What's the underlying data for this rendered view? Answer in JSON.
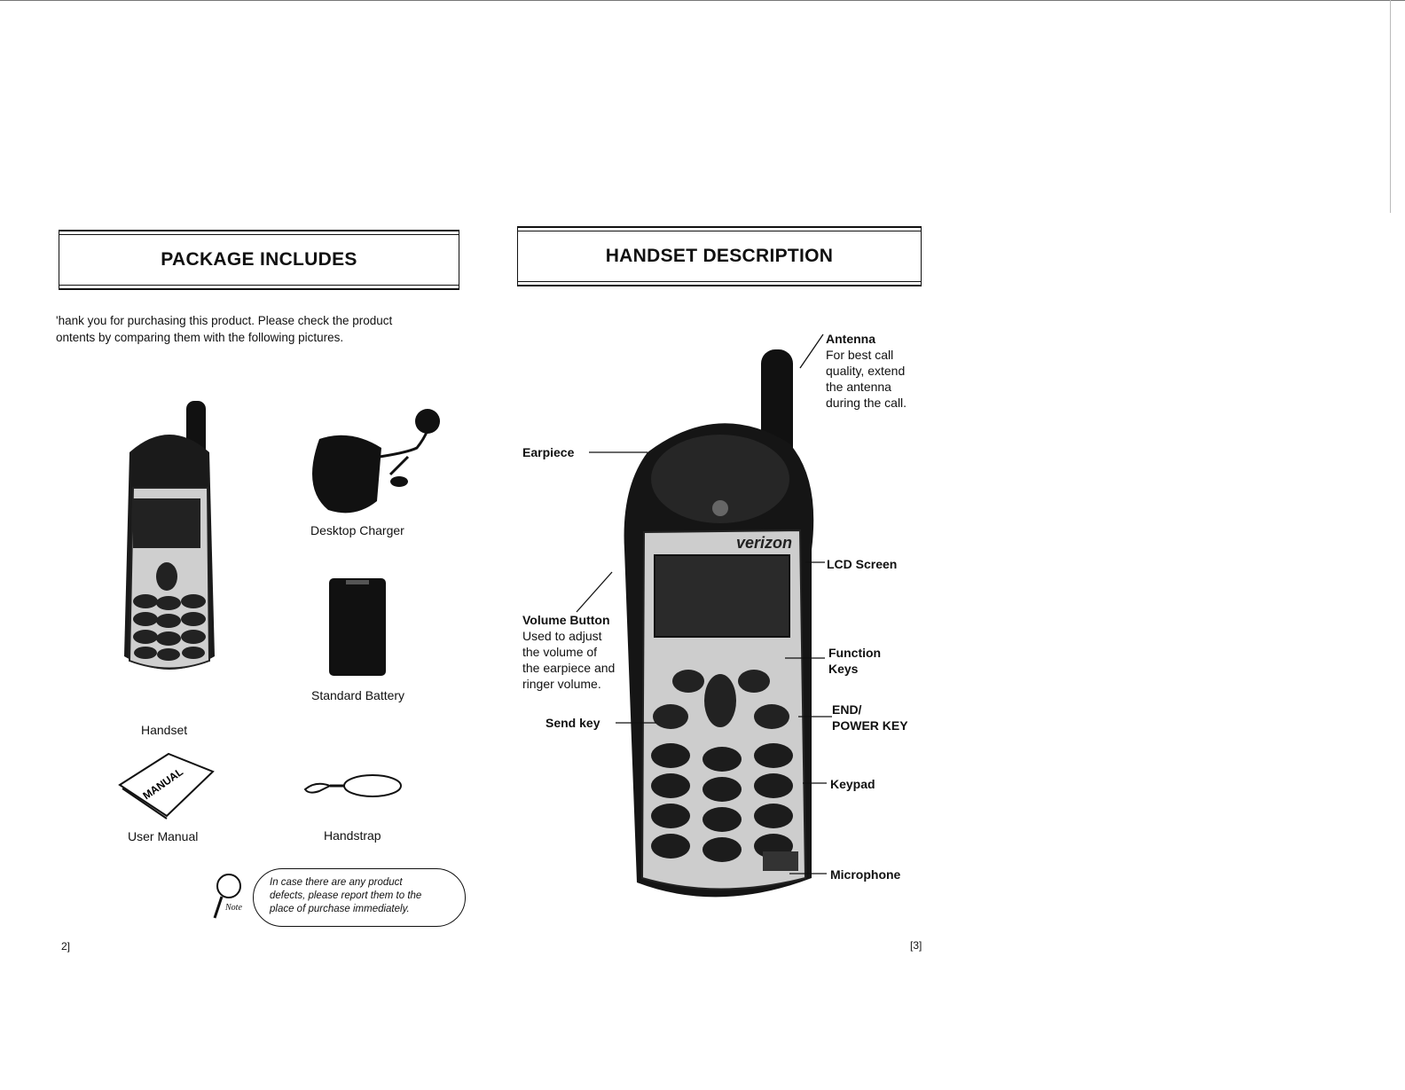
{
  "left_page": {
    "title": "PACKAGE INCLUDES",
    "intro_line1": "'hank you for purchasing this product.  Please check the product",
    "intro_line2": "ontents by comparing them with the following pictures.",
    "items": {
      "handset": "Handset",
      "desktop_charger": "Desktop Charger",
      "standard_battery": "Standard Battery",
      "user_manual": "User Manual",
      "handstrap": "Handstrap"
    },
    "manual_cover_text": "MANUAL",
    "note": {
      "icon_label": "Note",
      "line1": "In case there are any product",
      "line2": "defects, please report them to the",
      "line3": "place of purchase immediately."
    },
    "page_number": "2]"
  },
  "right_page": {
    "title": "HANDSET DESCRIPTION",
    "brand": "verizon",
    "labels": {
      "antenna": {
        "title": "Antenna",
        "lines": [
          "For best call",
          "quality, extend",
          "the antenna",
          "during the call."
        ]
      },
      "earpiece": "Earpiece",
      "lcd_screen": "LCD Screen",
      "volume_button": {
        "title": "Volume Button",
        "lines": [
          "Used to adjust",
          "the volume of",
          "the earpiece and",
          "ringer volume."
        ]
      },
      "function_keys": {
        "line1": "Function",
        "line2": "Keys"
      },
      "send_key": "Send key",
      "end_power_key": {
        "line1": "END/",
        "line2": "POWER KEY"
      },
      "keypad": "Keypad",
      "microphone": "Microphone"
    },
    "page_number": "[3]"
  },
  "colors": {
    "ink": "#111111",
    "paper": "#ffffff"
  }
}
